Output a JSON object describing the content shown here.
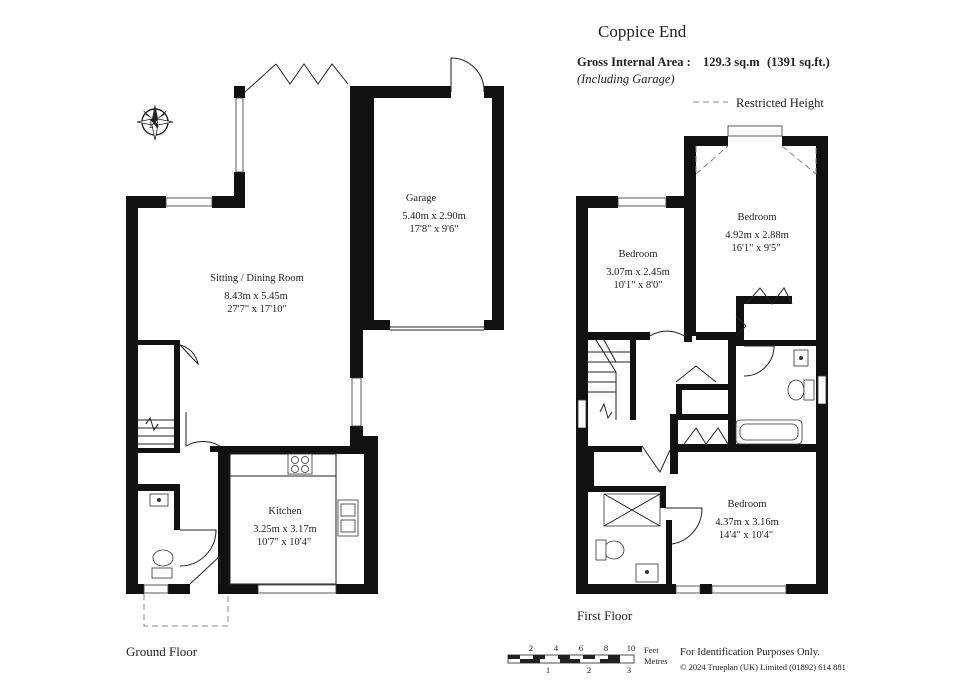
{
  "header": {
    "property_name": "Coppice End",
    "gross_area_label": "Gross Internal Area :",
    "gross_area_value": "129.3 sq.m",
    "gross_area_imperial": "(1391 sq.ft.)",
    "including_note": "(Including Garage)",
    "legend_restricted": "Restricted Height"
  },
  "compass": {
    "label": "N"
  },
  "ground_floor": {
    "label": "Ground Floor",
    "rooms": [
      {
        "name": "Garage",
        "metric": "5.40m  x  2.90m",
        "imperial": "17'8\"  x  9'6\""
      },
      {
        "name": "Sitting / Dining Room",
        "metric": "8.43m  x  5.45m",
        "imperial": "27'7\"  x  17'10\""
      },
      {
        "name": "Kitchen",
        "metric": "3.25m  x  3.17m",
        "imperial": "10'7\"  x  10'4\""
      }
    ]
  },
  "first_floor": {
    "label": "First Floor",
    "rooms": [
      {
        "name": "Bedroom",
        "metric": "3.07m  x  2.45m",
        "imperial": "10'1\"  x  8'0\""
      },
      {
        "name": "Bedroom",
        "metric": "4.92m  x  2.88m",
        "imperial": "16'1\"  x  9'5\""
      },
      {
        "name": "Bedroom",
        "metric": "4.37m  x  3.16m",
        "imperial": "14'4\"  x  10'4\""
      }
    ]
  },
  "scale_bar": {
    "feet_label": "Feet",
    "metres_label": "Metres",
    "feet_ticks": [
      "2",
      "4",
      "6",
      "8",
      "10"
    ],
    "metre_ticks": [
      "1",
      "2",
      "3"
    ]
  },
  "footer": {
    "identification": "For Identification Purposes Only.",
    "copyright": "© 2024 Trueplan (UK) Limited   (01892) 614 881"
  }
}
